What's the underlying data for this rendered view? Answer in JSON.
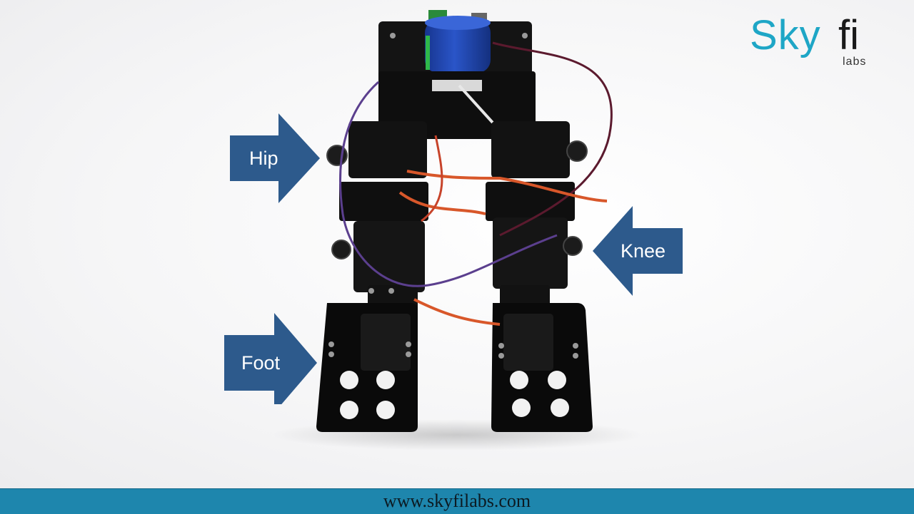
{
  "scene": {
    "subject": "biped-robot",
    "colors": {
      "arrow": "#2d5a8c",
      "accent": "#1ea6c6",
      "footer": "#1e86ad",
      "battery": "#1b3fae",
      "wire_orange": "#d8572a",
      "wire_purple": "#5b3f8e"
    }
  },
  "callouts": {
    "hip": "Hip",
    "knee": "Knee",
    "foot": "Foot"
  },
  "logo": {
    "brand_sky": "Sky",
    "brand_fi": "fi",
    "brand_sub": "labs"
  },
  "footer": {
    "url": "www.skyfilabs.com"
  }
}
